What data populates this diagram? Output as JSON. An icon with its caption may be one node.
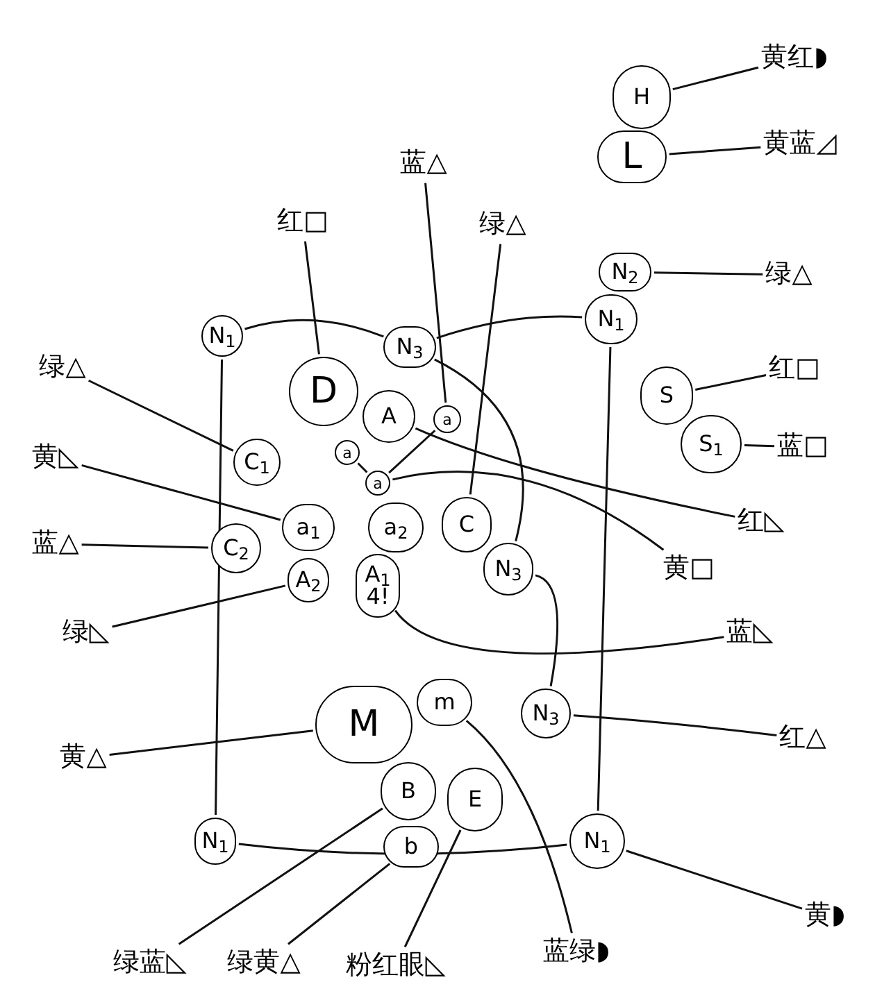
{
  "diagram": {
    "nodes": [
      {
        "text": [
          "H"
        ]
      },
      {
        "text": [
          "L"
        ]
      },
      {
        "text": [
          "黄红◗"
        ]
      },
      {
        "text": [
          "黄蓝◿"
        ]
      },
      {
        "text": [
          "蓝△"
        ]
      },
      {
        "text": [
          "红□"
        ]
      },
      {
        "text": [
          "绿△"
        ]
      },
      {
        "text": [
          "N$_{2}$"
        ]
      },
      {
        "text": [
          "N$_{1}$"
        ]
      },
      {
        "text": [
          "绿△"
        ]
      },
      {
        "text": [
          "N$_{1}$"
        ]
      },
      {
        "text": [
          "N$_{3}$"
        ]
      },
      {
        "text": [
          "D"
        ]
      },
      {
        "text": [
          "绿△"
        ]
      },
      {
        "text": [
          "A"
        ]
      },
      {
        "text": [
          "a"
        ]
      },
      {
        "text": [
          "S"
        ]
      },
      {
        "text": [
          "红□"
        ]
      },
      {
        "text": [
          "S$_{1}$"
        ]
      },
      {
        "text": [
          "蓝□"
        ]
      },
      {
        "text": [
          "a"
        ]
      },
      {
        "text": [
          "C$_{1}$"
        ]
      },
      {
        "text": [
          "a"
        ]
      },
      {
        "text": [
          "黄◺"
        ]
      },
      {
        "text": [
          "a$_{1}$"
        ]
      },
      {
        "text": [
          "a$_{2}$"
        ]
      },
      {
        "text": [
          "C"
        ]
      },
      {
        "text": [
          "红◺"
        ]
      },
      {
        "text": [
          "C$_{2}$"
        ]
      },
      {
        "text": [
          "蓝△"
        ]
      },
      {
        "text": [
          "N$_{3}$"
        ]
      },
      {
        "text": [
          "黄□"
        ]
      },
      {
        "text": [
          "A$_{2}$"
        ]
      },
      {
        "text": [
          "A$_{1}$",
          "4!"
        ]
      },
      {
        "text": [
          "蓝◺"
        ]
      },
      {
        "text": [
          "绿◺"
        ]
      },
      {
        "text": [
          "m"
        ]
      },
      {
        "text": [
          "N$_{3}$"
        ]
      },
      {
        "text": [
          "M"
        ]
      },
      {
        "text": [
          "红△"
        ]
      },
      {
        "text": [
          "黄△"
        ]
      },
      {
        "text": [
          "B"
        ]
      },
      {
        "text": [
          "E"
        ]
      },
      {
        "text": [
          "b"
        ]
      },
      {
        "text": [
          "N$_{1}$"
        ]
      },
      {
        "text": [
          "N$_{1}$"
        ]
      },
      {
        "text": [
          "黄◗"
        ]
      },
      {
        "text": [
          "绿蓝◺"
        ]
      },
      {
        "text": [
          "绿黄△"
        ]
      },
      {
        "text": [
          "粉红眼◺"
        ]
      },
      {
        "text": [
          "蓝绿◗"
        ]
      }
    ],
    "edges": [
      {
        "from": 0,
        "to": 2,
        "arrow": "none"
      },
      {
        "from": 1,
        "to": 3,
        "arrow": "none"
      },
      {
        "from": 4,
        "to": 15,
        "arrow": "none"
      },
      {
        "from": 5,
        "to": 12,
        "arrow": "none"
      },
      {
        "from": 6,
        "to": 26,
        "arrow": "none"
      },
      {
        "from": 7,
        "to": 9,
        "arrow": "none"
      },
      {
        "from": 10,
        "to": 11,
        "arrow": "none"
      },
      {
        "from": 11,
        "to": 8,
        "arrow": "none"
      },
      {
        "from": 10,
        "to": 44,
        "arrow": "none"
      },
      {
        "from": 8,
        "to": 45,
        "arrow": "none"
      },
      {
        "from": 44,
        "to": 45,
        "arrow": "none"
      },
      {
        "from": 13,
        "to": 21,
        "arrow": "none"
      },
      {
        "from": 14,
        "to": 27,
        "arrow": "none"
      },
      {
        "from": 16,
        "to": 17,
        "arrow": "none"
      },
      {
        "from": 18,
        "to": 19,
        "arrow": "none"
      },
      {
        "from": 15,
        "to": 22,
        "arrow": "none"
      },
      {
        "from": 20,
        "to": 22,
        "arrow": "none"
      },
      {
        "from": 23,
        "to": 24,
        "arrow": "none"
      },
      {
        "from": 22,
        "to": 31,
        "arrow": "none"
      },
      {
        "from": 28,
        "to": 29,
        "arrow": "none"
      },
      {
        "from": 11,
        "to": 30,
        "arrow": "none"
      },
      {
        "from": 30,
        "to": 37,
        "arrow": "none"
      },
      {
        "from": 32,
        "to": 35,
        "arrow": "none"
      },
      {
        "from": 33,
        "to": 34,
        "arrow": "none"
      },
      {
        "from": 37,
        "to": 39,
        "arrow": "none"
      },
      {
        "from": 38,
        "to": 40,
        "arrow": "none"
      },
      {
        "from": 41,
        "to": 47,
        "arrow": "none"
      },
      {
        "from": 43,
        "to": 48,
        "arrow": "none"
      },
      {
        "from": 42,
        "to": 49,
        "arrow": "none"
      },
      {
        "from": 36,
        "to": 50,
        "arrow": "none"
      },
      {
        "from": 45,
        "to": 46,
        "arrow": "none"
      }
    ]
  }
}
